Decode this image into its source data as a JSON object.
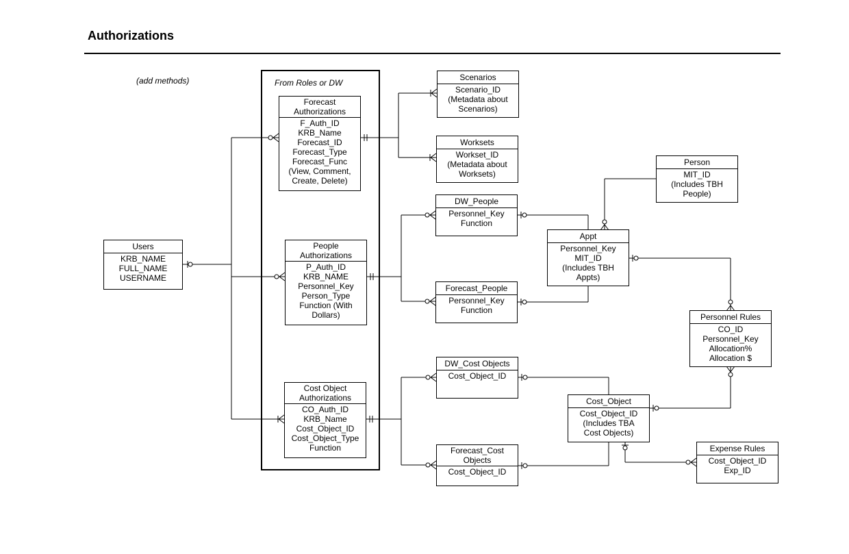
{
  "title": "Authorizations",
  "notes": {
    "add_methods": "(add methods)",
    "from_roles": "From Roles or DW"
  },
  "entities": {
    "users": {
      "name": "Users",
      "attrs": [
        "KRB_NAME",
        "FULL_NAME",
        "USERNAME"
      ]
    },
    "forecast_auth": {
      "name": "Forecast Authorizations",
      "attrs": [
        "F_Auth_ID",
        "KRB_Name",
        "Forecast_ID",
        "Forecast_Type",
        "Forecast_Func",
        "(View, Comment,",
        "Create, Delete)"
      ]
    },
    "people_auth": {
      "name": "People Authorizations",
      "attrs": [
        "P_Auth_ID",
        "KRB_NAME",
        "Personnel_Key",
        "Person_Type",
        "Function (With",
        "Dollars)"
      ]
    },
    "cost_auth": {
      "name": "Cost Object Authorizations",
      "attrs": [
        "CO_Auth_ID",
        "KRB_Name",
        "Cost_Object_ID",
        "Cost_Object_Type",
        "Function"
      ]
    },
    "scenarios": {
      "name": "Scenarios",
      "attrs": [
        "Scenario_ID",
        "(Metadata about",
        "Scenarios)"
      ]
    },
    "worksets": {
      "name": "Worksets",
      "attrs": [
        "Workset_ID",
        "(Metadata about",
        "Worksets)"
      ]
    },
    "dw_people": {
      "name": "DW_People",
      "attrs": [
        "Personnel_Key",
        "Function"
      ]
    },
    "forecast_people": {
      "name": "Forecast_People",
      "attrs": [
        "Personnel_Key",
        "Function"
      ]
    },
    "dw_cost": {
      "name": "DW_Cost Objects",
      "attrs": [
        "Cost_Object_ID"
      ]
    },
    "forecast_cost": {
      "name": "Forecast_Cost Objects",
      "attrs": [
        "Cost_Object_ID"
      ]
    },
    "person": {
      "name": "Person",
      "attrs": [
        "MIT_ID",
        "(Includes TBH",
        "People)"
      ]
    },
    "appt": {
      "name": "Appt",
      "attrs": [
        "Personnel_Key",
        "MIT_ID",
        "(Includes TBH",
        "Appts)"
      ]
    },
    "personnel_rules": {
      "name": "Personnel Rules",
      "attrs": [
        "CO_ID",
        "Personnel_Key",
        "Allocation%",
        "Allocation $"
      ]
    },
    "cost_object": {
      "name": "Cost_Object",
      "attrs": [
        "Cost_Object_ID",
        "(Includes TBA",
        "Cost Objects)"
      ]
    },
    "expense_rules": {
      "name": "Expense Rules",
      "attrs": [
        "Cost_Object_ID",
        "Exp_ID"
      ]
    }
  }
}
